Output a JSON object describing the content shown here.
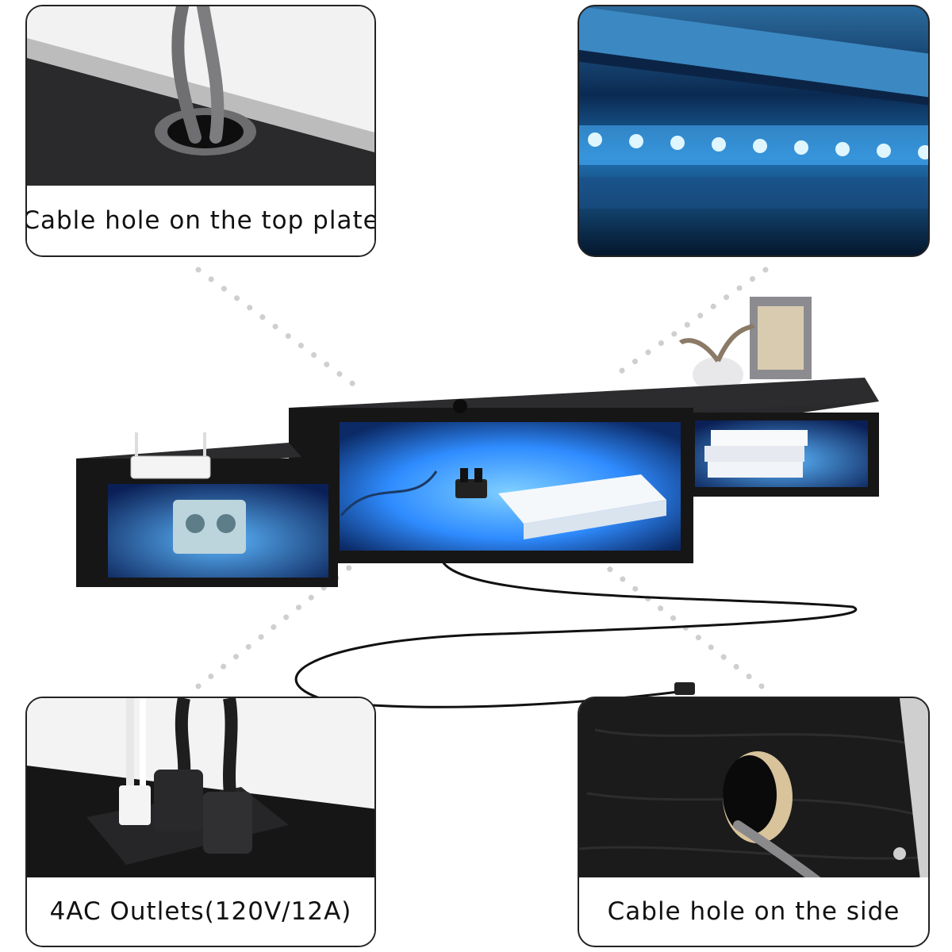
{
  "callouts": {
    "top_left": {
      "caption": "Cable hole on the top plate",
      "icon": "cable-hole-top-icon"
    },
    "top_right": {
      "caption": "",
      "icon": "led-strip-icon"
    },
    "bottom_left": {
      "caption": "4AC Outlets(120V/12A)",
      "icon": "power-outlet-icon"
    },
    "bottom_right": {
      "caption": "Cable hole on the side",
      "icon": "cable-hole-side-icon"
    }
  },
  "colors": {
    "wood": "#1c1c1e",
    "led_blue": "#2f8cff",
    "frame": "#222222",
    "dots": "#cfcfcf"
  }
}
